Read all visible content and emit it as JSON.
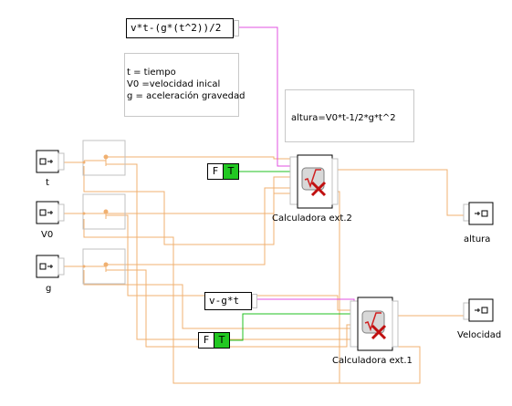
{
  "formulas": {
    "altura_expr": "v*t-(g*(t^2))/2",
    "velocidad_expr": "v-g*t"
  },
  "notes": {
    "legend_lines": [
      "t = tiempo",
      "V0 =velocidad inical",
      "g = aceleración gravedad"
    ],
    "altura_eq": "altura=V0*t-1/2*g*t^2"
  },
  "inputs": {
    "t": "t",
    "v0": "V0",
    "g": "g"
  },
  "outputs": {
    "altura": "altura",
    "velocidad": "Velocidad"
  },
  "calculators": {
    "calc2": "Calculadora ext.2",
    "calc1": "Calculadora ext.1"
  },
  "booleans": {
    "false_label": "F",
    "true_label": "T"
  },
  "colors": {
    "wire_orange": "#f0b070",
    "wire_magenta": "#e050e0",
    "wire_green": "#20c020",
    "true_green": "#22c822"
  }
}
